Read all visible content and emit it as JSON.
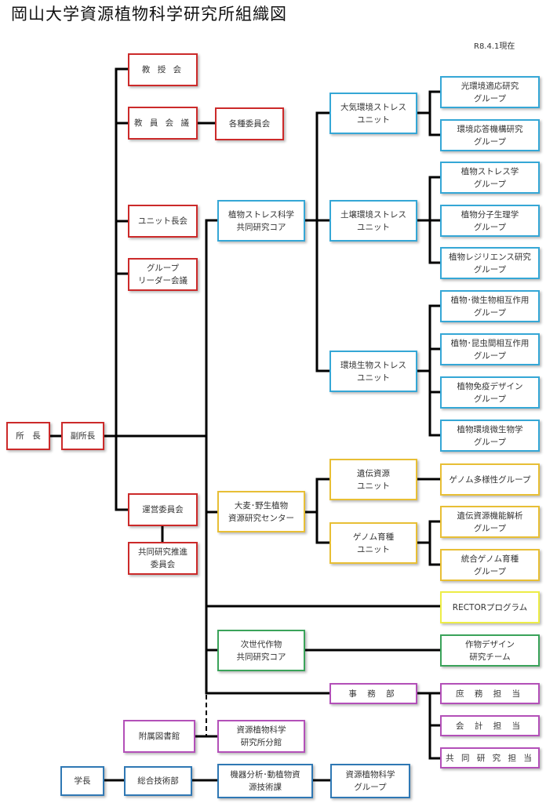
{
  "title": "岡山大学資源植物科学研究所組織図",
  "as_of": "R8.4.1現在",
  "colors": {
    "governance": "#cc2a2a",
    "plant_stress_core": "#35a7d6",
    "barley_center": "#e8bf35",
    "rector_program": "#eded47",
    "next_gen_crop_core": "#3aa35a",
    "office_library": "#b350b8",
    "technical": "#2f78b4",
    "connector": "#000000"
  },
  "leadership": {
    "director": "所　長",
    "vice_director": "副所長"
  },
  "councils": {
    "faculty_council": "教 授 会",
    "faculty_meeting": "教 員 会 議",
    "committees": "各種委員会",
    "unit_heads_meeting": "ユニット長会",
    "group_leaders_meeting": "グループ\nリーダー会議",
    "steering_committee": "運営委員会",
    "joint_research_committee": "共同研究推進\n委員会"
  },
  "plant_stress_core": {
    "name": "植物ストレス科学\n共同研究コア",
    "units": [
      {
        "name": "大気環境ストレス\nユニット",
        "groups": [
          "光環境適応研究\nグループ",
          "環境応答機構研究\nグループ"
        ]
      },
      {
        "name": "土壌環境ストレス\nユニット",
        "groups": [
          "植物ストレス学\nグループ",
          "植物分子生理学\nグループ",
          "植物レジリエンス研究\nグループ"
        ]
      },
      {
        "name": "環境生物ストレス\nユニット",
        "groups": [
          "植物･微生物相互作用\nグループ",
          "植物･昆虫間相互作用\nグループ",
          "植物免疫デザイン\nグループ",
          "植物環境微生物学\nグループ"
        ]
      }
    ]
  },
  "barley_center": {
    "name": "大麦･野生植物\n資源研究センター",
    "units": [
      {
        "name": "遺伝資源\nユニット",
        "groups": [
          "ゲノム多様性グループ"
        ]
      },
      {
        "name": "ゲノム育種\nユニット",
        "groups": [
          "遺伝資源機能解析\nグループ",
          "統合ゲノム育種\nグループ"
        ]
      }
    ]
  },
  "rector_program": "RECTORプログラム",
  "next_gen_crop_core": {
    "name": "次世代作物\n共同研究コア",
    "team": "作物デザイン\n研究チーム"
  },
  "office": {
    "name": "事 務 部",
    "sections": [
      "庶 務 担 当",
      "会 計 担 当",
      "共 同 研 究 担 当"
    ]
  },
  "library": {
    "main": "附属図書館",
    "branch": "資源植物科学\n研究所分館"
  },
  "technical": {
    "president": "学長",
    "department": "総合技術部",
    "division": "機器分析･動植物資\n源技術課",
    "group": "資源植物科学\nグループ"
  }
}
